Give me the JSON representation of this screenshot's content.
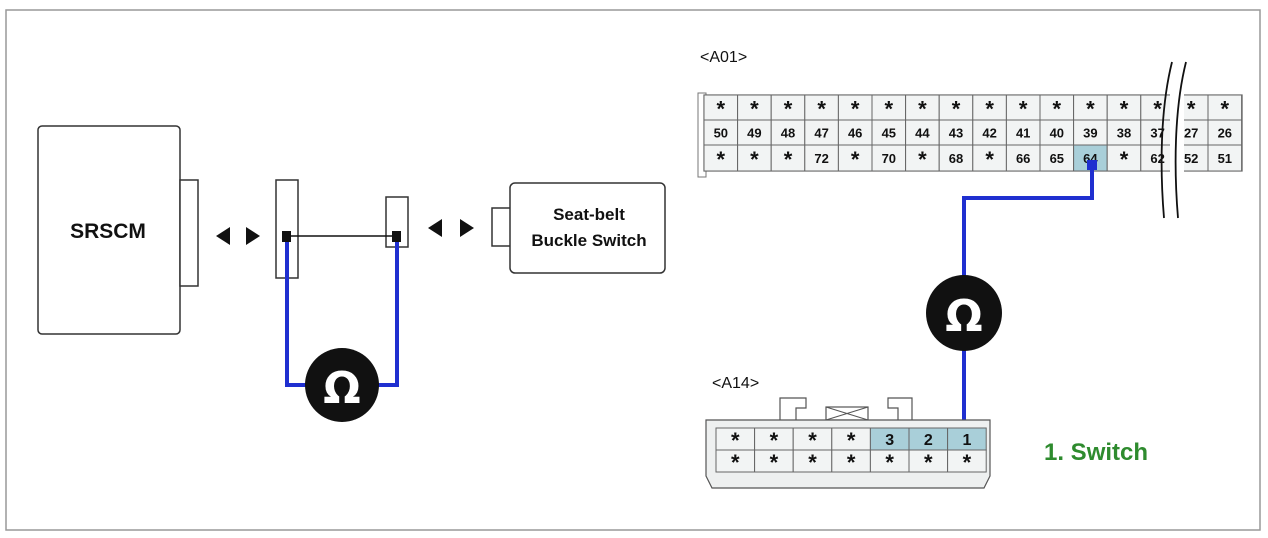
{
  "left": {
    "srscm_label": "SRSCM",
    "seatbelt_line1": "Seat-belt",
    "seatbelt_line2": "Buckle Switch",
    "ohm_symbol": "Ω"
  },
  "connector_a01": {
    "label": "<A01>",
    "row1": [
      "*",
      "*",
      "*",
      "*",
      "*",
      "*",
      "*",
      "*",
      "*",
      "*",
      "*",
      "*",
      "*",
      "*",
      "*",
      "*"
    ],
    "row2": [
      "50",
      "49",
      "48",
      "47",
      "46",
      "45",
      "44",
      "43",
      "42",
      "41",
      "40",
      "39",
      "38",
      "37",
      "27",
      "26"
    ],
    "row3": [
      "*",
      "*",
      "*",
      "72",
      "*",
      "70",
      "*",
      "68",
      "*",
      "66",
      "65",
      "64",
      "*",
      "62",
      "52",
      "51"
    ],
    "highlight_col": 11
  },
  "connector_a14": {
    "label": "<A14>",
    "row1": [
      "*",
      "*",
      "*",
      "*",
      "3",
      "2",
      "1"
    ],
    "row2": [
      "*",
      "*",
      "*",
      "*",
      "*",
      "*",
      "*"
    ],
    "highlight_cells": [
      4,
      5,
      6
    ]
  },
  "right_ohm_symbol": "Ω",
  "switch_label": "1. Switch",
  "colors": {
    "wire": "#1f2fd0",
    "highlight": "#a9cfd9",
    "switch_text": "#2e8b2e",
    "border": "#888888"
  }
}
